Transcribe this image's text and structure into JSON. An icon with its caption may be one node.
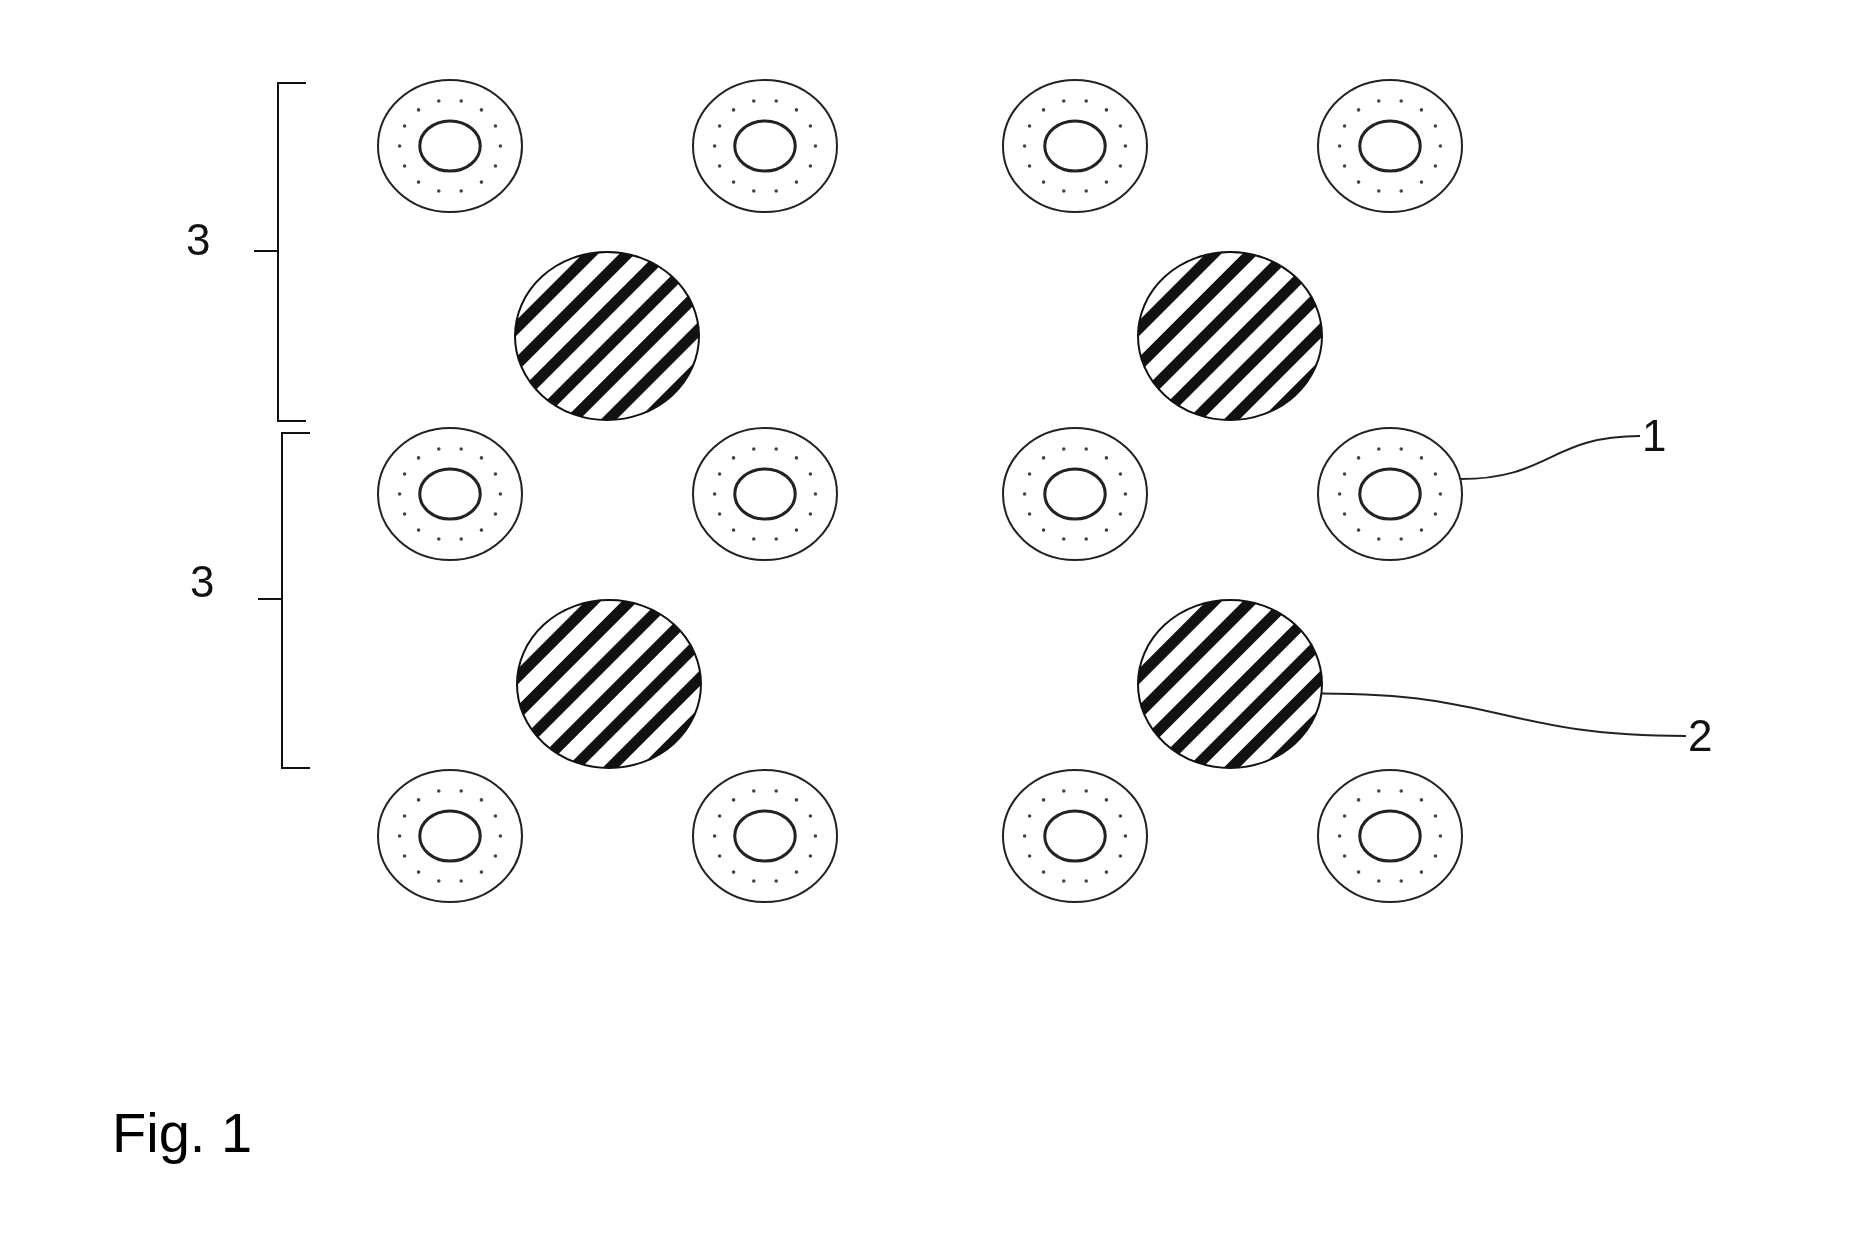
{
  "diagram": {
    "caption": "Fig. 1",
    "nodes": [
      {
        "text": [],
        "shape": "ring"
      },
      {
        "text": [],
        "shape": "ring"
      },
      {
        "text": [],
        "shape": "ring"
      },
      {
        "text": [],
        "shape": "ring"
      },
      {
        "text": [],
        "shape": "circle"
      },
      {
        "text": [],
        "shape": "circle"
      },
      {
        "text": [],
        "shape": "ring"
      },
      {
        "text": [],
        "shape": "ring"
      },
      {
        "text": [],
        "shape": "ring"
      },
      {
        "text": [],
        "shape": "ring"
      },
      {
        "text": [
          "1"
        ]
      },
      {
        "text": [],
        "shape": "circle"
      },
      {
        "text": [],
        "shape": "circle"
      },
      {
        "text": [
          "2"
        ]
      },
      {
        "text": [],
        "shape": "ring"
      },
      {
        "text": [],
        "shape": "ring"
      },
      {
        "text": [],
        "shape": "ring"
      },
      {
        "text": [],
        "shape": "ring"
      }
    ],
    "edges": [
      {
        "from": 10,
        "to": 9,
        "arrow": "none"
      },
      {
        "from": 13,
        "to": 12,
        "arrow": "none"
      }
    ],
    "labels": [
      "3",
      "3"
    ]
  }
}
